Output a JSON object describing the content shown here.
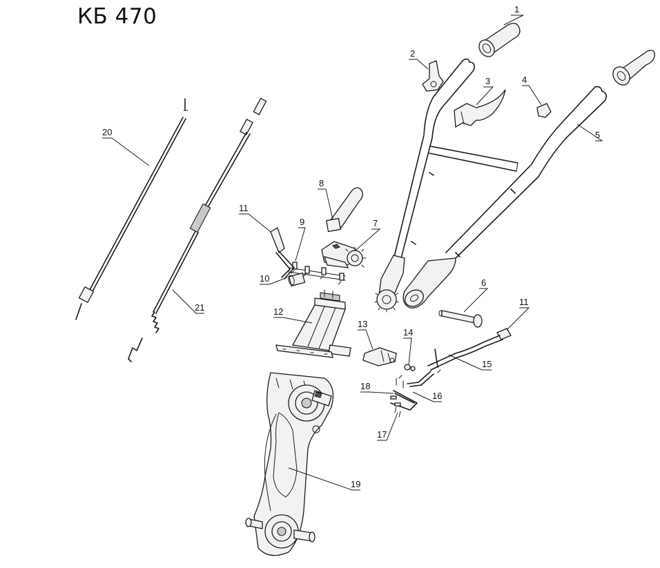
{
  "title": "КБ 470",
  "callouts": [
    {
      "id": "callout-1",
      "text": "1"
    },
    {
      "id": "callout-2",
      "text": "2"
    },
    {
      "id": "callout-3",
      "text": "3"
    },
    {
      "id": "callout-4",
      "text": "4"
    },
    {
      "id": "callout-5",
      "text": "5"
    },
    {
      "id": "callout-6",
      "text": "6"
    },
    {
      "id": "callout-7",
      "text": "7"
    },
    {
      "id": "callout-8",
      "text": "8"
    },
    {
      "id": "callout-9",
      "text": "9"
    },
    {
      "id": "callout-10",
      "text": "10"
    },
    {
      "id": "callout-11a",
      "text": "11"
    },
    {
      "id": "callout-11b",
      "text": "11"
    },
    {
      "id": "callout-12",
      "text": "12"
    },
    {
      "id": "callout-13",
      "text": "13"
    },
    {
      "id": "callout-14",
      "text": "14"
    },
    {
      "id": "callout-15",
      "text": "15"
    },
    {
      "id": "callout-16",
      "text": "16"
    },
    {
      "id": "callout-17",
      "text": "17"
    },
    {
      "id": "callout-18",
      "text": "18"
    },
    {
      "id": "callout-19",
      "text": "19"
    },
    {
      "id": "callout-20",
      "text": "20"
    },
    {
      "id": "callout-21",
      "text": "21"
    }
  ],
  "colors": {
    "line": "#1a1a1a",
    "background": "#ffffff"
  }
}
